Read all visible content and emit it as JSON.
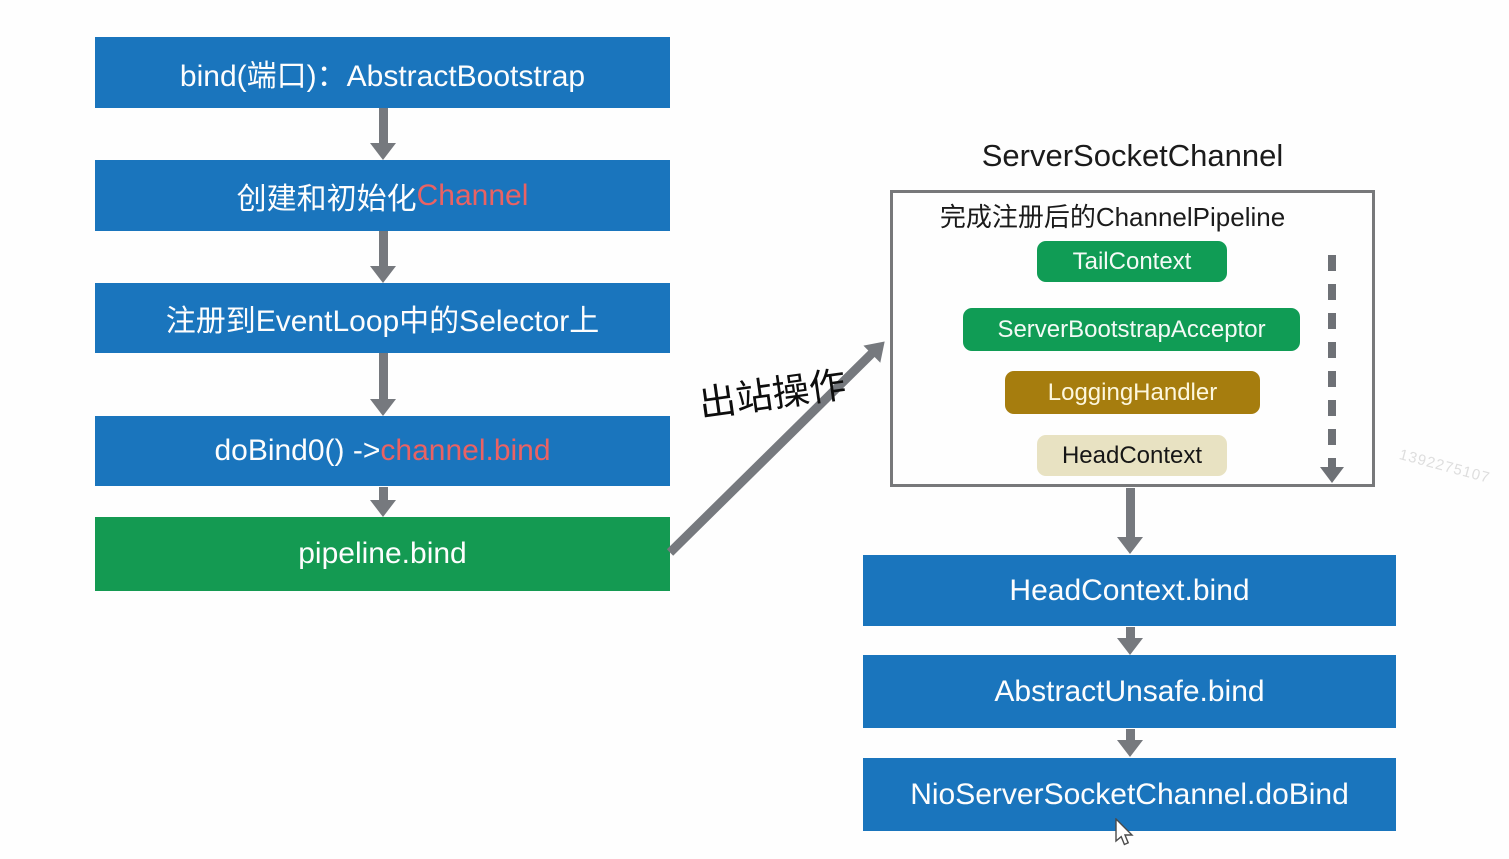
{
  "left_flow": {
    "box1": "bind(端口)：AbstractBootstrap",
    "box2_prefix": "创建和初始化",
    "box2_highlight": "Channel",
    "box3": "注册到EventLoop中的Selector上",
    "box4_prefix": "doBind0() -> ",
    "box4_highlight": "channel.bind",
    "box5": "pipeline.bind"
  },
  "edge_label": "出站操作",
  "pipeline_panel": {
    "title": "ServerSocketChannel",
    "subtitle": "完成注册后的ChannelPipeline",
    "handlers": [
      {
        "label": "TailContext",
        "color": "#109c55"
      },
      {
        "label": "ServerBootstrapAcceptor",
        "color": "#109c55"
      },
      {
        "label": "LoggingHandler",
        "color": "#a67d0e"
      },
      {
        "label": "HeadContext",
        "color": "#e8e2c2"
      }
    ]
  },
  "right_flow": {
    "box1": "HeadContext.bind",
    "box2": "AbstractUnsafe.bind",
    "box3": "NioServerSocketChannel.doBind"
  },
  "watermark": "1392275107",
  "colors": {
    "box_blue": "#1a75bd",
    "box_green": "#149a52",
    "handler_green": "#109c55",
    "handler_gold": "#a67d0e",
    "handler_beige": "#e8e2c2",
    "highlight_red": "#ea6263",
    "arrow_gray": "#76797e",
    "panel_border": "#77787a"
  }
}
